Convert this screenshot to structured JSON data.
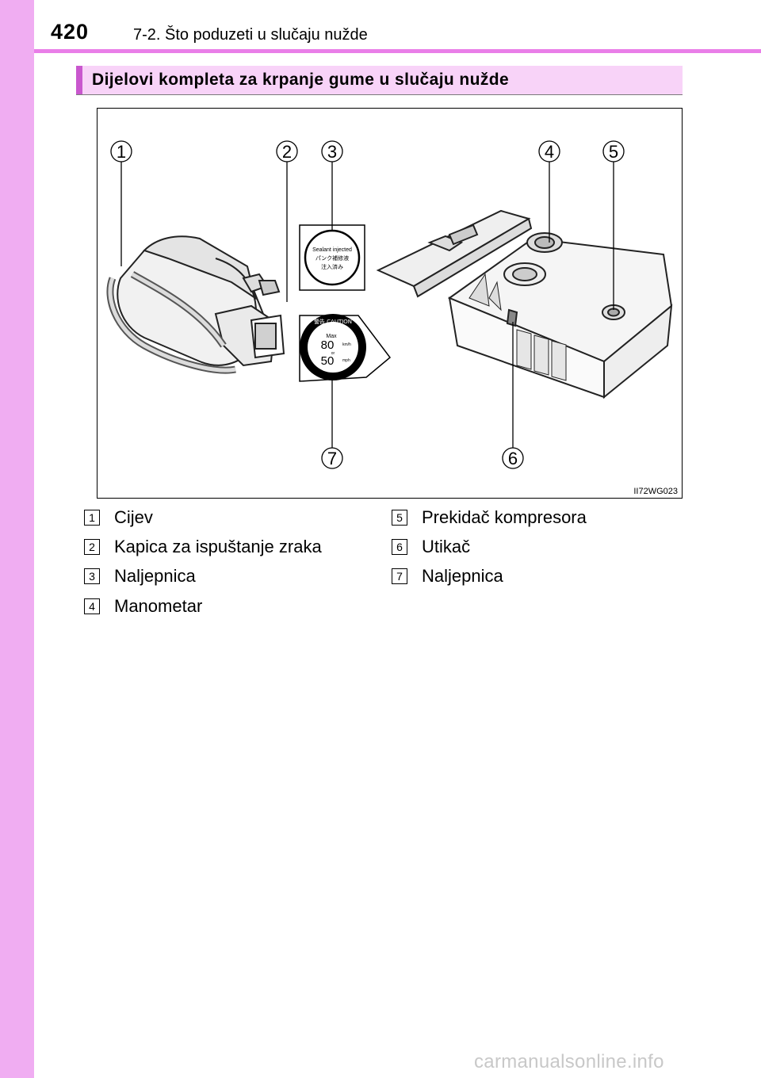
{
  "header": {
    "page_number": "420",
    "title": "7-2. Što poduzeti u slučaju nužde"
  },
  "section": {
    "heading": "Dijelovi kompleta za krpanje gume u slučaju nužde"
  },
  "figure": {
    "callouts": [
      "1",
      "2",
      "3",
      "4",
      "5",
      "6",
      "7"
    ],
    "image_code": "II72WG023",
    "sticker_top": {
      "line1": "Sealant injected",
      "line2": "パンク補修液",
      "line3": "注入済み"
    },
    "sticker_bottom": {
      "top_text": "警告 CAUTION",
      "max_label": "Max",
      "speed_kmh": "80",
      "unit_kmh": "km/h",
      "or_label": "or",
      "speed_mph": "50",
      "unit_mph": "mph"
    }
  },
  "legend": {
    "items": [
      {
        "number": "1",
        "label": "Cijev"
      },
      {
        "number": "2",
        "label": "Kapica za ispuštanje zraka"
      },
      {
        "number": "3",
        "label": "Naljepnica"
      },
      {
        "number": "4",
        "label": "Manometar"
      },
      {
        "number": "5",
        "label": "Prekidač kompresora"
      },
      {
        "number": "6",
        "label": "Utikač"
      },
      {
        "number": "7",
        "label": "Naljepnica"
      }
    ]
  },
  "footer": {
    "watermark": "carmanualsonline.info"
  },
  "colors": {
    "side_band": "#f0adf2",
    "header_rule": "#e97ee8",
    "heading_bg": "#f8d3f8",
    "heading_accent": "#c957ce"
  }
}
